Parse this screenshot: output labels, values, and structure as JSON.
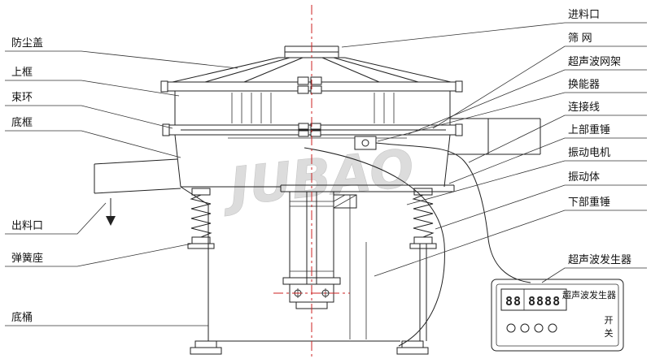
{
  "diagram": {
    "watermark": "JUBAO",
    "left_labels": [
      {
        "text": "防尘盖"
      },
      {
        "text": "上框"
      },
      {
        "text": "束环"
      },
      {
        "text": "底框"
      },
      {
        "text": "出料口"
      },
      {
        "text": "弹簧座"
      },
      {
        "text": "底桶"
      }
    ],
    "right_labels": [
      {
        "text": "进料口"
      },
      {
        "text": "筛  网"
      },
      {
        "text": "超声波网架"
      },
      {
        "text": "换能器"
      },
      {
        "text": "连接线"
      },
      {
        "text": "上部重锤"
      },
      {
        "text": "振动电机"
      },
      {
        "text": "振动体"
      },
      {
        "text": "下部重锤"
      },
      {
        "text": "超声波发生器"
      }
    ],
    "generator": {
      "title": "超声波发生器",
      "display_left": "88",
      "display_right": "8888",
      "switch_on": "开",
      "switch_off": "关"
    },
    "colors": {
      "centerline": "#cc2222",
      "line": "#222222",
      "watermark": "#dcdcdc"
    }
  }
}
